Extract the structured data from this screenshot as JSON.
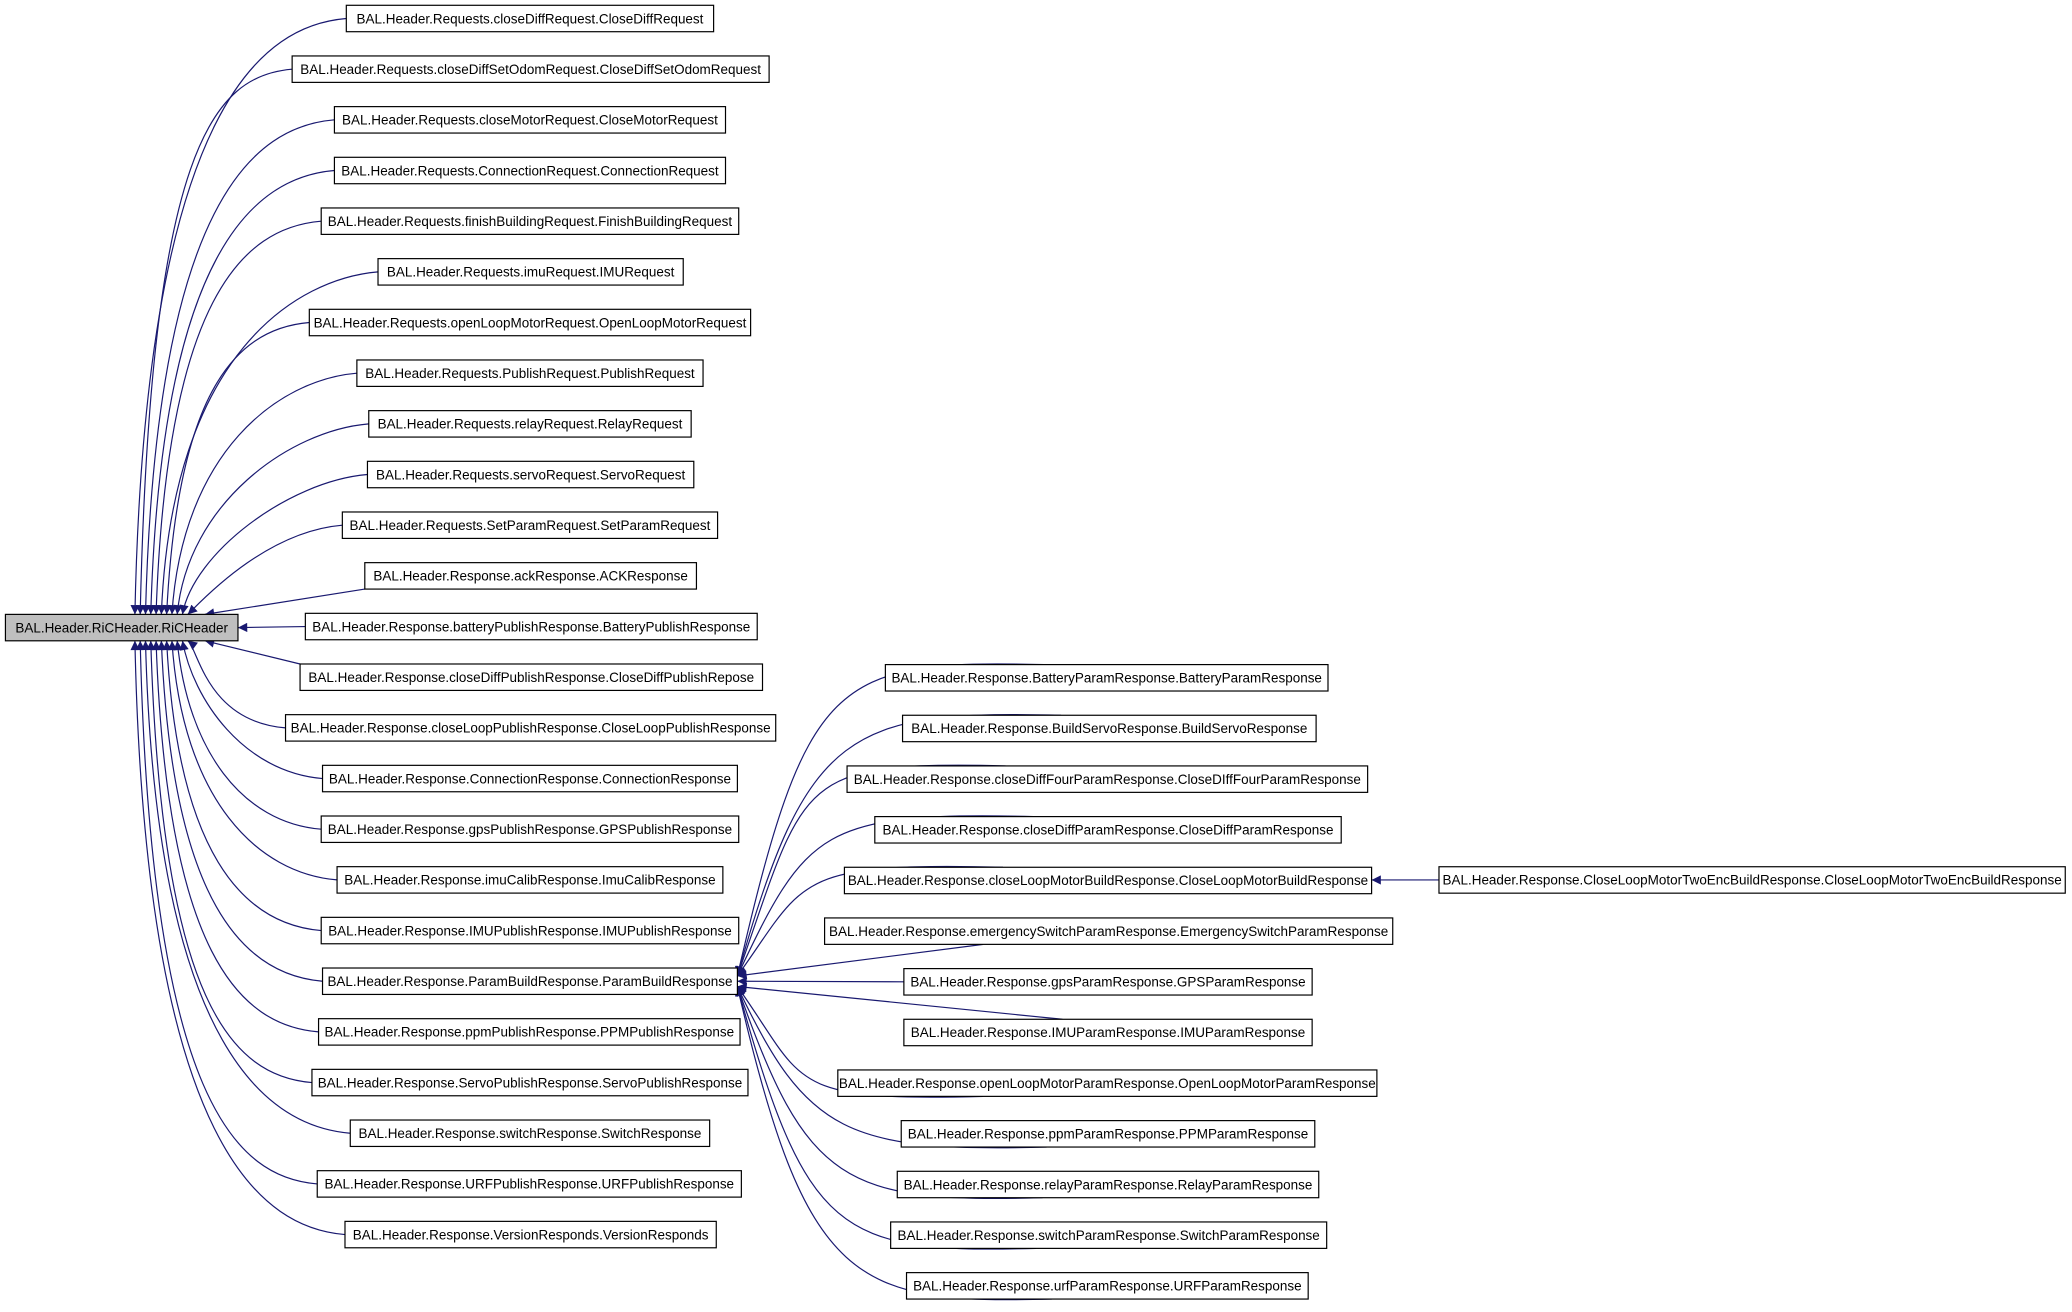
{
  "colors": {
    "edge": "#191970",
    "root_fill": "#bfbfbf",
    "node_fill": "#ffffff",
    "node_border": "#000000"
  },
  "root": "BAL.Header.RiCHeader.RiCHeader",
  "direct_children": [
    "BAL.Header.Requests.closeDiffRequest.CloseDiffRequest",
    "BAL.Header.Requests.closeDiffSetOdomRequest.CloseDiffSetOdomRequest",
    "BAL.Header.Requests.closeMotorRequest.CloseMotorRequest",
    "BAL.Header.Requests.ConnectionRequest.ConnectionRequest",
    "BAL.Header.Requests.finishBuildingRequest.FinishBuildingRequest",
    "BAL.Header.Requests.imuRequest.IMURequest",
    "BAL.Header.Requests.openLoopMotorRequest.OpenLoopMotorRequest",
    "BAL.Header.Requests.PublishRequest.PublishRequest",
    "BAL.Header.Requests.relayRequest.RelayRequest",
    "BAL.Header.Requests.servoRequest.ServoRequest",
    "BAL.Header.Requests.SetParamRequest.SetParamRequest",
    "BAL.Header.Response.ackResponse.ACKResponse",
    "BAL.Header.Response.batteryPublishResponse.BatteryPublishResponse",
    "BAL.Header.Response.closeDiffPublishResponse.CloseDiffPublishRepose",
    "BAL.Header.Response.closeLoopPublishResponse.CloseLoopPublishResponse",
    "BAL.Header.Response.ConnectionResponse.ConnectionResponse",
    "BAL.Header.Response.gpsPublishResponse.GPSPublishResponse",
    "BAL.Header.Response.imuCalibResponse.ImuCalibResponse",
    "BAL.Header.Response.IMUPublishResponse.IMUPublishResponse",
    "BAL.Header.Response.ParamBuildResponse.ParamBuildResponse",
    "BAL.Header.Response.ppmPublishResponse.PPMPublishResponse",
    "BAL.Header.Response.ServoPublishResponse.ServoPublishResponse",
    "BAL.Header.Response.switchResponse.SwitchResponse",
    "BAL.Header.Response.URFPublishResponse.URFPublishResponse",
    "BAL.Header.Response.VersionResponds.VersionResponds"
  ],
  "param_build_children": [
    "BAL.Header.Response.BatteryParamResponse.BatteryParamResponse",
    "BAL.Header.Response.BuildServoResponse.BuildServoResponse",
    "BAL.Header.Response.closeDiffFourParamResponse.CloseDIffFourParamResponse",
    "BAL.Header.Response.closeDiffParamResponse.CloseDiffParamResponse",
    "BAL.Header.Response.closeLoopMotorBuildResponse.CloseLoopMotorBuildResponse",
    "BAL.Header.Response.emergencySwitchParamResponse.EmergencySwitchParamResponse",
    "BAL.Header.Response.gpsParamResponse.GPSParamResponse",
    "BAL.Header.Response.IMUParamResponse.IMUParamResponse",
    "BAL.Header.Response.openLoopMotorParamResponse.OpenLoopMotorParamResponse",
    "BAL.Header.Response.ppmParamResponse.PPMParamResponse",
    "BAL.Header.Response.relayParamResponse.RelayParamResponse",
    "BAL.Header.Response.switchParamResponse.SwitchParamResponse",
    "BAL.Header.Response.urfParamResponse.URFParamResponse"
  ],
  "close_loop_motor_build_children": [
    "BAL.Header.Response.CloseLoopMotorTwoEncBuildResponse.CloseLoopMotorTwoEncBuildResponse"
  ]
}
